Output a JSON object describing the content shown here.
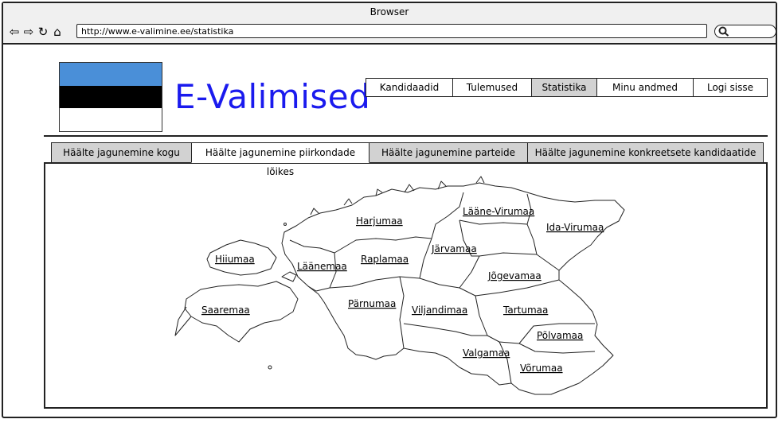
{
  "browser": {
    "title": "Browser",
    "url": "http://www.e-valimine.ee/statistika",
    "nav_icons": [
      "back-icon",
      "forward-icon",
      "reload-icon",
      "home-icon"
    ]
  },
  "header": {
    "brand": "E-Valimised",
    "flag_colors": [
      "#4a8fd8",
      "#000000",
      "#ffffff"
    ]
  },
  "menu": {
    "items": [
      {
        "label": "Kandidaadid"
      },
      {
        "label": "Tulemused"
      },
      {
        "label": "Statistika",
        "active": true
      },
      {
        "label": "Minu andmed"
      },
      {
        "label": "Logi sisse"
      }
    ]
  },
  "tabs": [
    {
      "label": "Häälte jagunemine kogu riigis"
    },
    {
      "label": "Häälte jagunemine piirkondade lõikes",
      "active": true
    },
    {
      "label": "Häälte jagunemine parteide lõikes"
    },
    {
      "label": "Häälte jagunemine konkreetsete kandidaatide lõikes"
    }
  ],
  "regions": {
    "harjumaa": "Harjumaa",
    "laane_virumaa": "Lääne-Virumaa",
    "ida_virumaa": "Ida-Virumaa",
    "hiiumaa": "Hiiumaa",
    "laanemaa": "Läänemaa",
    "raplamaa": "Raplamaa",
    "jarvamaa": "Järvamaa",
    "jogevamaa": "Jõgevamaa",
    "saaremaa": "Saaremaa",
    "parnumaa": "Pärnumaa",
    "viljandimaa": "Viljandimaa",
    "tartumaa": "Tartumaa",
    "polvamaa": "Põlvamaa",
    "valgamaa": "Valgamaa",
    "vorumaa": "Võrumaa"
  },
  "colors": {
    "link": "#1a1acc",
    "brand": "#1a1aee",
    "tab_inactive": "#d2d2d2"
  }
}
